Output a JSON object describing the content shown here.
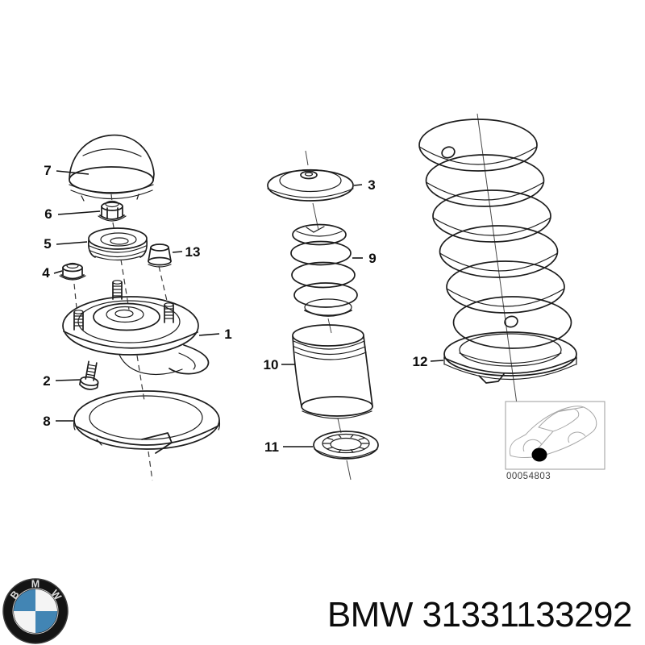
{
  "diagram": {
    "callouts": [
      {
        "id": "7"
      },
      {
        "id": "6"
      },
      {
        "id": "5"
      },
      {
        "id": "4"
      },
      {
        "id": "13"
      },
      {
        "id": "1"
      },
      {
        "id": "2"
      },
      {
        "id": "8"
      },
      {
        "id": "3"
      },
      {
        "id": "9"
      },
      {
        "id": "10"
      },
      {
        "id": "11"
      },
      {
        "id": "12"
      }
    ],
    "thumbnail_code": "00054803"
  },
  "logo": {
    "letters": [
      "B",
      "M",
      "W"
    ]
  },
  "footer": {
    "part_number": "BMW 31331133292"
  },
  "colors": {
    "line": "#1d1d1d",
    "thin_line": "#4a4a4a",
    "car_outline": "#a8a8a8",
    "thumb_border": "#9b9b9b",
    "logo_black": "#141414",
    "logo_blue": "#4285b4",
    "text": "#0c0c0c"
  }
}
